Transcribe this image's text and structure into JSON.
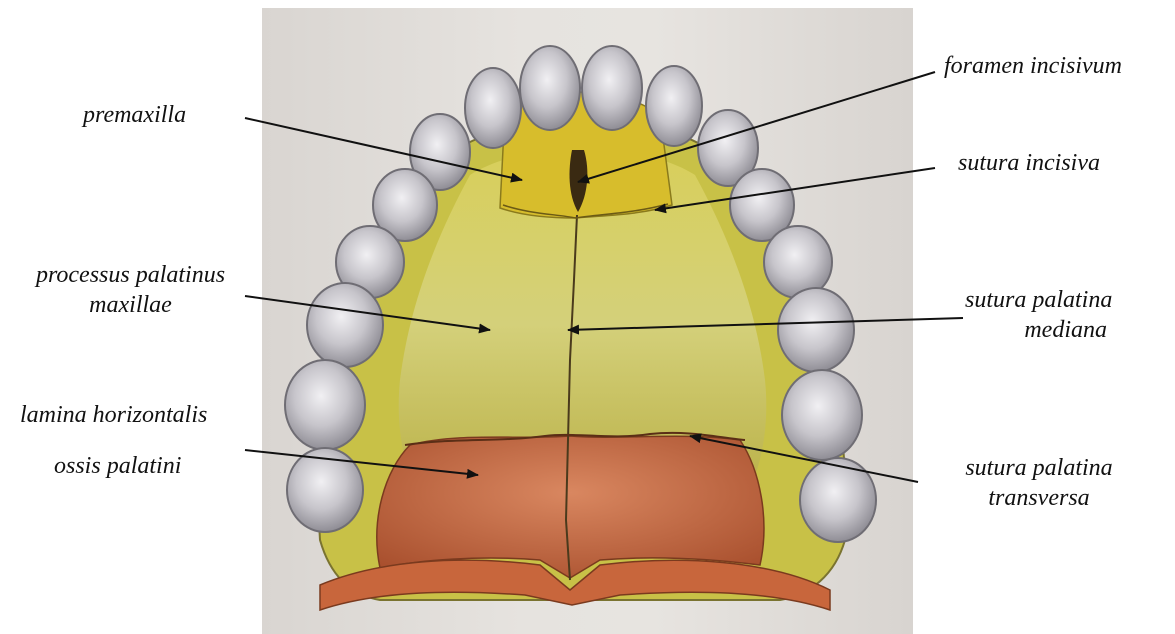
{
  "figure": {
    "alt": "",
    "colors": {
      "background": "#e4e1dd",
      "teeth": "#c9c7cc",
      "maxilla": "#c9c24a",
      "premaxilla": "#d8c02a",
      "palatine": "#c56a43",
      "arrow": "#111111"
    }
  },
  "labels": {
    "premaxilla": [
      "premaxilla"
    ],
    "processus": [
      "processus palatinus",
      "maxillae"
    ],
    "lamina": [
      "lamina horizontalis",
      "ossis palatini"
    ],
    "foramen": [
      "foramen incisivum"
    ],
    "sutura_incisiva": [
      "sutura incisiva"
    ],
    "sutura_palatina_mediana": [
      "sutura palatina",
      "mediana"
    ],
    "sutura_palatina_transversa": [
      "sutura palatina",
      "transversa"
    ]
  }
}
